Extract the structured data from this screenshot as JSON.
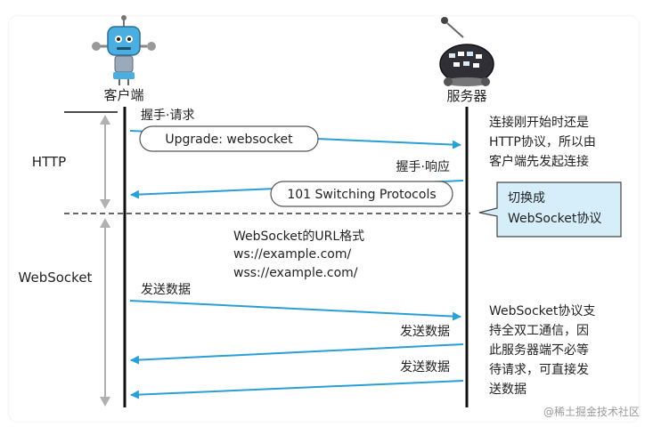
{
  "client": {
    "label": "客户端"
  },
  "server": {
    "label": "服务器"
  },
  "phases": {
    "http": "HTTP",
    "websocket": "WebSocket"
  },
  "handshake": {
    "request_title": "握手·请求",
    "request_box": "Upgrade: websocket",
    "response_title": "握手·响应",
    "response_box": "101 Switching Protocols"
  },
  "notes": {
    "http_note": [
      "连接刚开始时还是",
      "HTTP协议，所以由",
      "客户端先发起连接"
    ],
    "switch_note": [
      "切换成",
      "WebSocket协议"
    ],
    "ws_note": [
      "WebSocket协议支",
      "持全双工通信，因",
      "此服务器端不必等",
      "待请求，可直接发",
      "送数据"
    ]
  },
  "url_format": [
    "WebSocket的URL格式",
    "ws://example.com/",
    "wss://example.com/"
  ],
  "data_messages": {
    "client_send": "发送数据",
    "server_send_1": "发送数据",
    "server_send_2": "发送数据"
  },
  "watermark": "@稀土掘金技术社区",
  "colors": {
    "arrow": "#2a9fd6",
    "note_fill": "#d6eefa",
    "line": "#111111"
  }
}
